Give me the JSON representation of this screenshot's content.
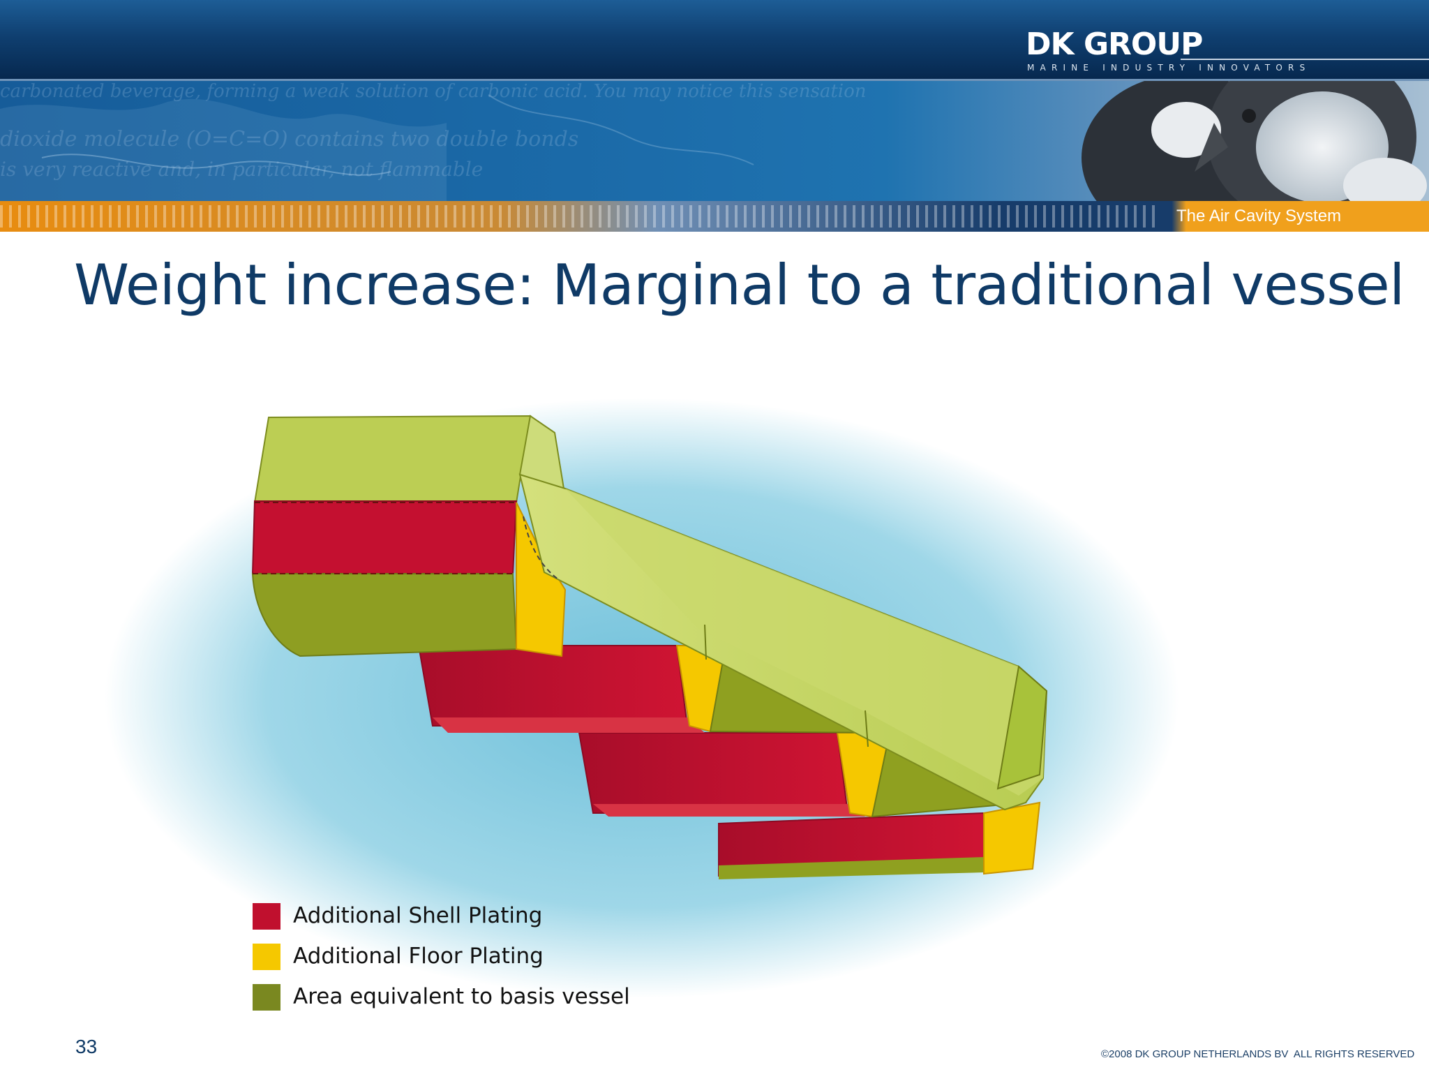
{
  "header": {
    "logo_main": "DK GROUP",
    "logo_tagline": "MARINE INDUSTRY INNOVATORS",
    "section_label": "The Air Cavity System"
  },
  "slide": {
    "title": "Weight increase: Marginal to a traditional vessel",
    "page_number": "33",
    "copyright": "©2008 DK GROUP NETHERLANDS BV  ALL RIGHTS RESERVED"
  },
  "legend": [
    {
      "label": "Additional Shell Plating",
      "color": "#c0102e"
    },
    {
      "label": "Additional Floor Plating",
      "color": "#f5c800"
    },
    {
      "label": "Area equivalent to basis vessel",
      "color": "#7a8820"
    }
  ],
  "colors": {
    "shell": "#c0102e",
    "floor": "#f5c800",
    "basis_dark": "#7a8820",
    "basis_light": "#c4d66a",
    "title": "#0f3a66",
    "accent_orange": "#f0a01c"
  }
}
